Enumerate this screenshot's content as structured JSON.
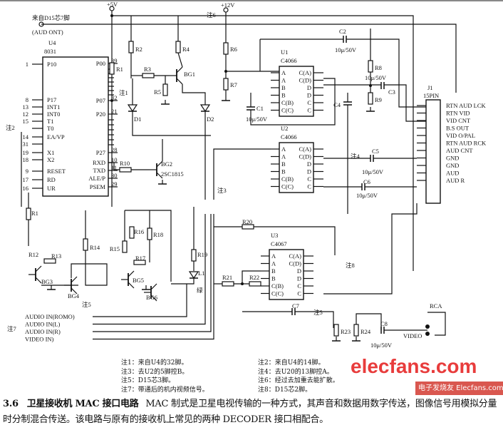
{
  "labels": {
    "from_d15": "来自D15芯7脚",
    "aud_ont": "(AUD ONT)",
    "u4": "U4",
    "u4_type": "8031",
    "p5v": "+5V",
    "p12v": "+12V",
    "n1": "注1",
    "n2": "注2",
    "n3": "注3",
    "n4": "注4",
    "n5": "注5",
    "n5b": "注5",
    "n6": "注6",
    "n7": "注7",
    "n8": "注8",
    "R1": "R1",
    "R1b": "R1",
    "R2": "R2",
    "R3": "R3",
    "R4": "R4",
    "R5": "R5",
    "R6": "R6",
    "R7": "R7",
    "R8": "R8",
    "R9": "R9",
    "R10": "R10",
    "R12": "R12",
    "R13": "R13",
    "R14": "R14",
    "R15": "R15",
    "R16": "R16",
    "R17": "R17",
    "R18": "R18",
    "R19": "R19",
    "R20": "R20",
    "R21": "R21",
    "R22": "R22",
    "R23": "R23",
    "R24": "R24",
    "BG1": "BG1",
    "BG2": "BG2",
    "BG2t": "2SC1815",
    "BG3": "BG3",
    "BG4": "BG4",
    "BG5": "BG5",
    "BG6": "BG6",
    "D1": "D1",
    "D2": "D2",
    "L1": "L1",
    "green": "绿",
    "C1": "C1",
    "C1v": "10μ/50V",
    "C2": "C2",
    "C2v": "10μ/50V",
    "C3": "C3",
    "C3v": "10μ/50V",
    "C4": "C4",
    "C5": "C5",
    "C5v": "10μ/50V",
    "C6": "C6",
    "C6v": "10μ/50V",
    "C7": "C7",
    "C8": "C8",
    "C8v": "10μ/50V",
    "U1": "U1",
    "U1t": "C4066",
    "U2": "U2",
    "U2t": "C4066",
    "U3": "U3",
    "U3t": "C4067",
    "J1": "J1",
    "J1t": "15PIN",
    "RCA": "RCA",
    "VIDEO": "VIDEO"
  },
  "u4_pins_left": [
    {
      "num": "1",
      "name": "P10"
    },
    {
      "num": "8",
      "name": "P17"
    },
    {
      "num": "13",
      "name": "INT1"
    },
    {
      "num": "12",
      "name": "INT0"
    },
    {
      "num": "15",
      "name": "T1"
    },
    {
      "num": "",
      "name": "T0"
    },
    {
      "num": "14",
      "name": "EA/VP"
    },
    {
      "num": "31",
      "name": ""
    },
    {
      "num": "19",
      "name": "X1"
    },
    {
      "num": "18",
      "name": "X2"
    },
    {
      "num": "9",
      "name": "RESET"
    },
    {
      "num": "17",
      "name": "RD"
    },
    {
      "num": "16",
      "name": "UR"
    }
  ],
  "u4_pins_right": [
    {
      "num": "39",
      "name": "P00"
    },
    {
      "num": "32",
      "name": "P07"
    },
    {
      "num": "21",
      "name": "P20"
    },
    {
      "num": "28",
      "name": "P27"
    },
    {
      "num": "10",
      "name": "RXD"
    },
    {
      "num": "11",
      "name": "TXD"
    },
    {
      "num": "30",
      "name": "ALE/P"
    },
    {
      "num": "29",
      "name": "PSEM"
    }
  ],
  "switch_pins_left": [
    "A",
    "A",
    "B",
    "B",
    "C(B)",
    "C(C)"
  ],
  "switch_pins_right": [
    "C(A)",
    "C(D)",
    "D",
    "D",
    "C",
    "C"
  ],
  "j1_pins": [
    "RTN  AUD LCK",
    "RTN  VID",
    "VID   CNT",
    "B.S   OUT",
    "VID    O/PAL",
    "RTN  AUD RCK",
    "AUD CNT",
    "GND",
    "GND",
    "AUD",
    "AUD  R"
  ],
  "audio_inputs": [
    "AUDIO  IN(ROMO)",
    "AUDIO  IN(L)",
    "AUDIO  IN(R)",
    "VIDEO  IN)"
  ],
  "notes_left": [
    "注1：来自U4的32脚。",
    "注3：去U2的5脚控B。",
    "注5：D15芯3脚。",
    "注7：带通后的机内视频信号。"
  ],
  "notes_right": [
    "注2：来自U4的14脚。",
    "注4：去U20的13脚控A。",
    "注6：经过去加重去能扩散。",
    "注8：D15芯2脚。"
  ],
  "caption": {
    "number": "3.6",
    "title": "卫星接收机 MAC 接口电路",
    "body": "MAC 制式是卫星电视传输的一种方式，其声音和数据用数字传送，图像信号用模拟分量时分制混合传送。该电路与原有的接收机上常见的两种 DECODER 接口相配合。"
  },
  "watermark": "elecfans.com",
  "logo": "电子发烧友 Elecfans.com"
}
